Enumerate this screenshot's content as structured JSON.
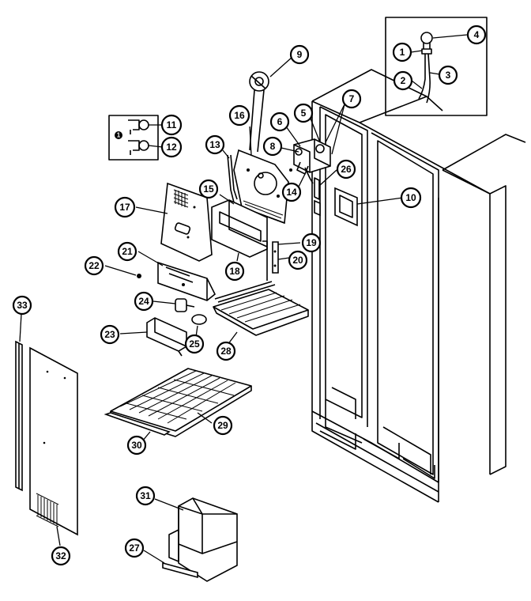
{
  "callouts": [
    {
      "id": "c1",
      "label": "1"
    },
    {
      "id": "c2",
      "label": "2"
    },
    {
      "id": "c3",
      "label": "3"
    },
    {
      "id": "c4",
      "label": "4"
    },
    {
      "id": "c5",
      "label": "5"
    },
    {
      "id": "c6",
      "label": "6"
    },
    {
      "id": "c7",
      "label": "7"
    },
    {
      "id": "c8",
      "label": "8"
    },
    {
      "id": "c9",
      "label": "9"
    },
    {
      "id": "c10",
      "label": "10"
    },
    {
      "id": "c11",
      "label": "11"
    },
    {
      "id": "c12",
      "label": "12"
    },
    {
      "id": "c13",
      "label": "13"
    },
    {
      "id": "c14",
      "label": "14"
    },
    {
      "id": "c15",
      "label": "15"
    },
    {
      "id": "c16",
      "label": "16"
    },
    {
      "id": "c17",
      "label": "17"
    },
    {
      "id": "c18",
      "label": "18"
    },
    {
      "id": "c19",
      "label": "19"
    },
    {
      "id": "c20",
      "label": "20"
    },
    {
      "id": "c21",
      "label": "21"
    },
    {
      "id": "c22",
      "label": "22"
    },
    {
      "id": "c23",
      "label": "23"
    },
    {
      "id": "c24",
      "label": "24"
    },
    {
      "id": "c25",
      "label": "25"
    },
    {
      "id": "c26",
      "label": "26"
    },
    {
      "id": "c27",
      "label": "27"
    },
    {
      "id": "c28",
      "label": "28"
    },
    {
      "id": "c29",
      "label": "29"
    },
    {
      "id": "c30",
      "label": "30"
    },
    {
      "id": "c31",
      "label": "31"
    },
    {
      "id": "c32",
      "label": "32"
    },
    {
      "id": "c33",
      "label": "33"
    }
  ],
  "inset_bulb_label": "1"
}
